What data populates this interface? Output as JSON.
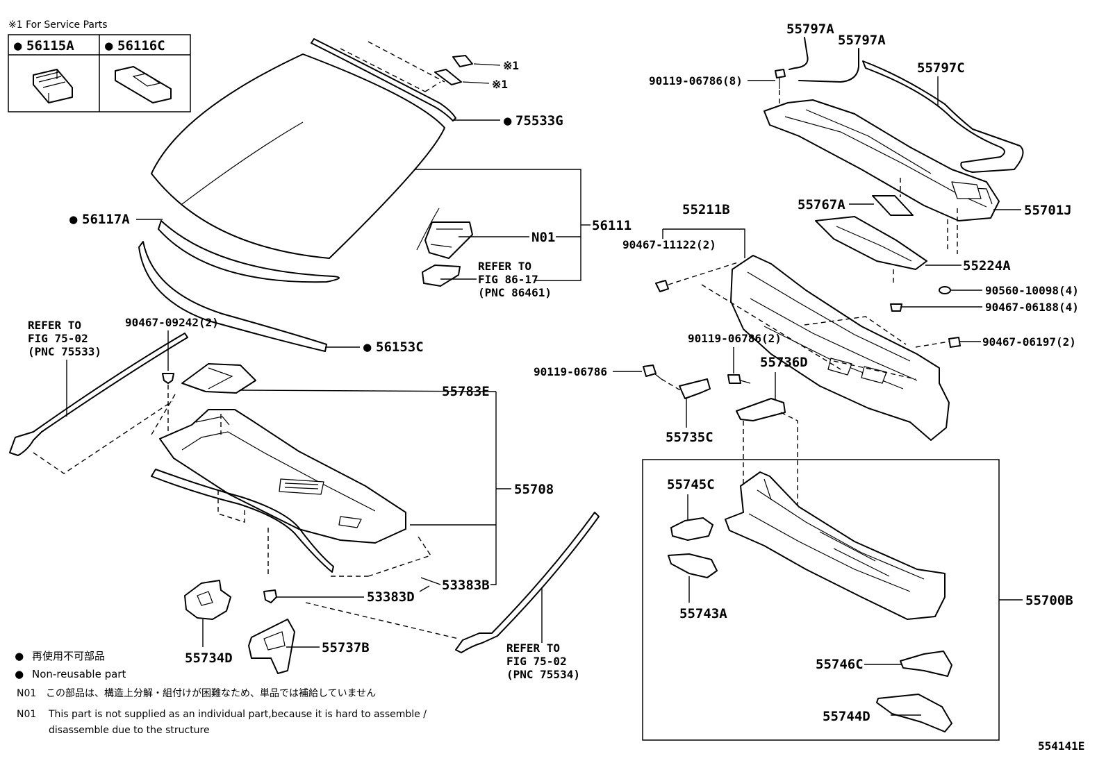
{
  "service_note": "※1 For Service Parts",
  "service_table": [
    {
      "dot": "●",
      "code": "56115A"
    },
    {
      "dot": "●",
      "code": "56116C"
    }
  ],
  "service_mark": "※1",
  "labels": {
    "p75533G": "75533G",
    "p56117A": "56117A",
    "p56111": "56111",
    "n01": "N01",
    "p56153C": "56153C",
    "p90467_09242": "90467-09242(2)",
    "p55783E": "55783E",
    "p55708": "55708",
    "p53383B": "53383B",
    "p53383D": "53383D",
    "p55734D": "55734D",
    "p55737B": "55737B",
    "p55797A_1": "55797A",
    "p55797A_2": "55797A",
    "p55797C": "55797C",
    "p90119_06786_8": "90119-06786(8)",
    "p55767A": "55767A",
    "p55701J": "55701J",
    "p55211B": "55211B",
    "p90467_11122": "90467-11122(2)",
    "p55224A": "55224A",
    "p90560_10098": "90560-10098(4)",
    "p90467_06188": "90467-06188(4)",
    "p90119_06786_2": "90119-06786(2)",
    "p90467_06197": "90467-06197(2)",
    "p90119_06786": "90119-06786",
    "p55736D": "55736D",
    "p55735C": "55735C",
    "p55745C": "55745C",
    "p55743A": "55743A",
    "p55700B": "55700B",
    "p55746C": "55746C",
    "p55744D": "55744D"
  },
  "refer_86": {
    "line1": "REFER TO",
    "line2": "FIG 86-17",
    "line3": "(PNC 86461)"
  },
  "refer_75533": {
    "line1": "REFER TO",
    "line2": "FIG 75-02",
    "line3": "(PNC 75533)"
  },
  "refer_75534": {
    "line1": "REFER TO",
    "line2": "FIG 75-02",
    "line3": "(PNC 75534)"
  },
  "legend": {
    "jp_nonreusable": "再使用不可部品",
    "en_nonreusable": "Non-reusable part",
    "n01_tag": "N01",
    "n01_jp": "この部品は、構造上分解・組付けが困難なため、単品では補給していません",
    "n01_en_line1": "This part is not supplied as an individual part,because it is hard to assemble /",
    "n01_en_line2": "disassemble due to the structure"
  },
  "figure_id": "554141E"
}
